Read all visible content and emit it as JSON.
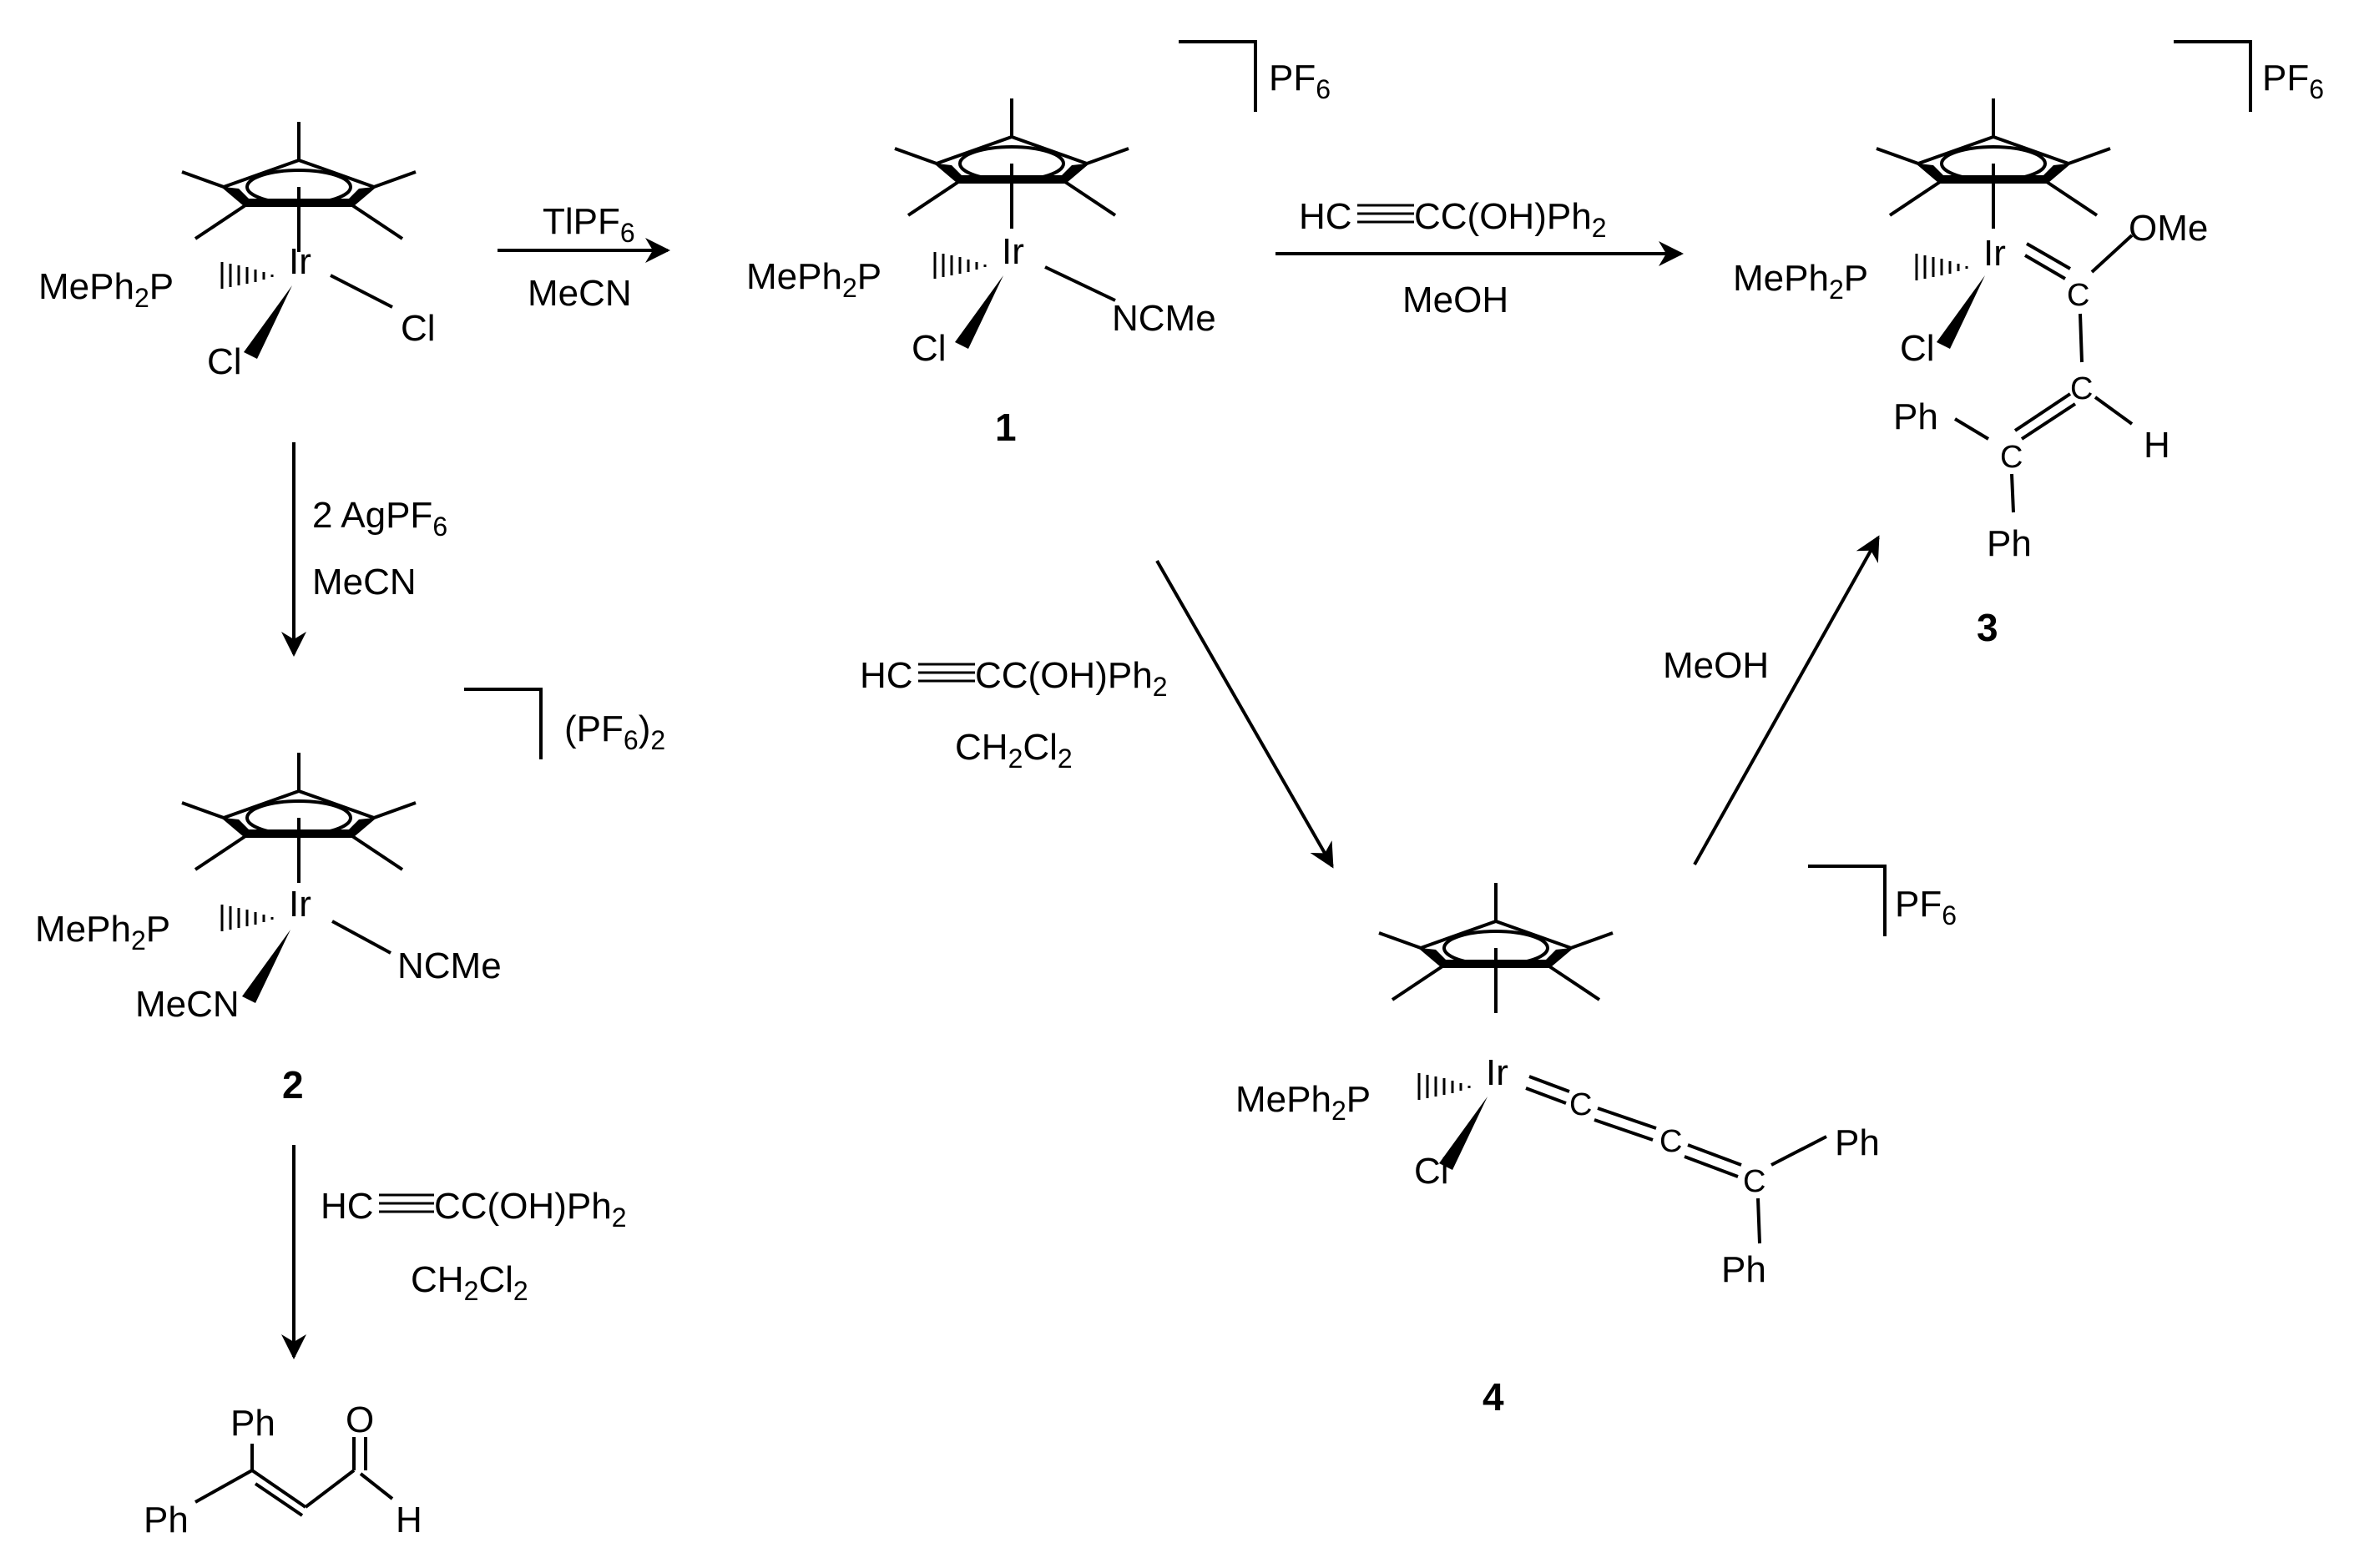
{
  "colors": {
    "ink": "#000000",
    "background": "#ffffff"
  },
  "reagents": {
    "tlpf6": {
      "t1": "TlPF",
      "t1s": "6"
    },
    "mecn_a": "MeCN",
    "alkyne_meoh": {
      "t1": "HC",
      "t2": "CC(OH)Ph",
      "t2s": "2"
    },
    "meoh_a": "MeOH",
    "agpf6": {
      "t1": "2 AgPF",
      "t1s": "6"
    },
    "mecn_b": "MeCN",
    "alkyne_dcm_center": {
      "t1": "HC",
      "t2": "CC(OH)Ph",
      "t2s": "2",
      "d1": "CH",
      "d1s": "2",
      "d2": "Cl",
      "d2s": "2"
    },
    "meoh_b": "MeOH",
    "alkyne_dcm_bottom": {
      "t1": "HC",
      "t2": "CC(OH)Ph",
      "t2s": "2",
      "d1": "CH",
      "d1s": "2",
      "d2": "Cl",
      "d2s": "2"
    }
  },
  "start": {
    "ir": "Ir",
    "p": {
      "a": "MePh",
      "s": "2",
      "b": "P"
    },
    "cl1": "Cl",
    "cl2": "Cl"
  },
  "c1": {
    "ir": "Ir",
    "p": {
      "a": "MePh",
      "s": "2",
      "b": "P"
    },
    "cl": "Cl",
    "ligand": "NCMe",
    "counter": {
      "a": "PF",
      "s": "6"
    },
    "number": "1"
  },
  "c2": {
    "ir": "Ir",
    "p": {
      "a": "MePh",
      "s": "2",
      "b": "P"
    },
    "lig1": "MeCN",
    "lig2": "NCMe",
    "counter": {
      "a": "(PF",
      "s": "6",
      "b": ")",
      "s2": "2"
    },
    "number": "2"
  },
  "c3": {
    "ir": "Ir",
    "p": {
      "a": "MePh",
      "s": "2",
      "b": "P"
    },
    "cl": "Cl",
    "c_a": "C",
    "ome": "OMe",
    "c_b": "C",
    "h": "H",
    "c_c": "C",
    "ph1": "Ph",
    "ph2": "Ph",
    "counter": {
      "a": "PF",
      "s": "6"
    },
    "number": "3"
  },
  "c4": {
    "ir": "Ir",
    "p": {
      "a": "MePh",
      "s": "2",
      "b": "P"
    },
    "cl": "Cl",
    "c_a": "C",
    "c_b": "C",
    "c_c": "C",
    "ph1": "Ph",
    "ph2": "Ph",
    "counter": {
      "a": "PF",
      "s": "6"
    },
    "number": "4"
  },
  "product": {
    "ph1": "Ph",
    "ph2": "Ph",
    "o": "O",
    "h": "H"
  }
}
